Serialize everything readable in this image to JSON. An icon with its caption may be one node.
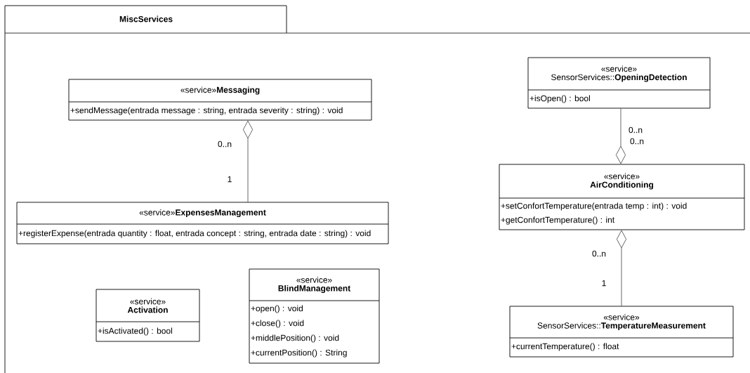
{
  "diagram": {
    "nodes": [
      {
        "text": [
          "MiscServices"
        ]
      },
      {
        "text": [
          "«service»**Messaging**",
          "+sendMessage(entrada message : string, entrada severity : string) : void"
        ],
        "in": 0
      },
      {
        "text": [
          "«service» SensorServices::**OpeningDetection**",
          "+isOpen() : bool"
        ],
        "in": 0
      },
      {
        "text": [
          "«service»**ExpensesManagement**",
          "+registerExpense(entrada quantity : float, entrada concept : string, entrada date : string) : void"
        ],
        "in": 0
      },
      {
        "text": [
          "«service» **AirConditioning**",
          "+setConfortTemperature(entrada temp : int) : void",
          "+getConfortTemperature() : int"
        ],
        "in": 0
      },
      {
        "text": [
          "«service» **Activation**",
          "+isActivated() : bool"
        ],
        "in": 0
      },
      {
        "text": [
          "«service» **BlindManagement**",
          "+open() : void",
          "+close() : void",
          "+middlePosition() : void",
          "+currentPosition() : String"
        ],
        "in": 0
      },
      {
        "text": [
          "«service» SensorServices::**TemperatureMeasurement**",
          "+currentTemperature() : float"
        ],
        "in": 0
      }
    ],
    "edges": [
      {
        "from": 1,
        "to": 3,
        "arrow": "other"
      },
      {
        "from": 4,
        "to": 2,
        "arrow": "other"
      },
      {
        "from": 4,
        "to": 7,
        "arrow": "other"
      }
    ],
    "labels": [
      "0..n",
      "1",
      "0..n",
      "0..n",
      "0..n",
      "1"
    ]
  }
}
